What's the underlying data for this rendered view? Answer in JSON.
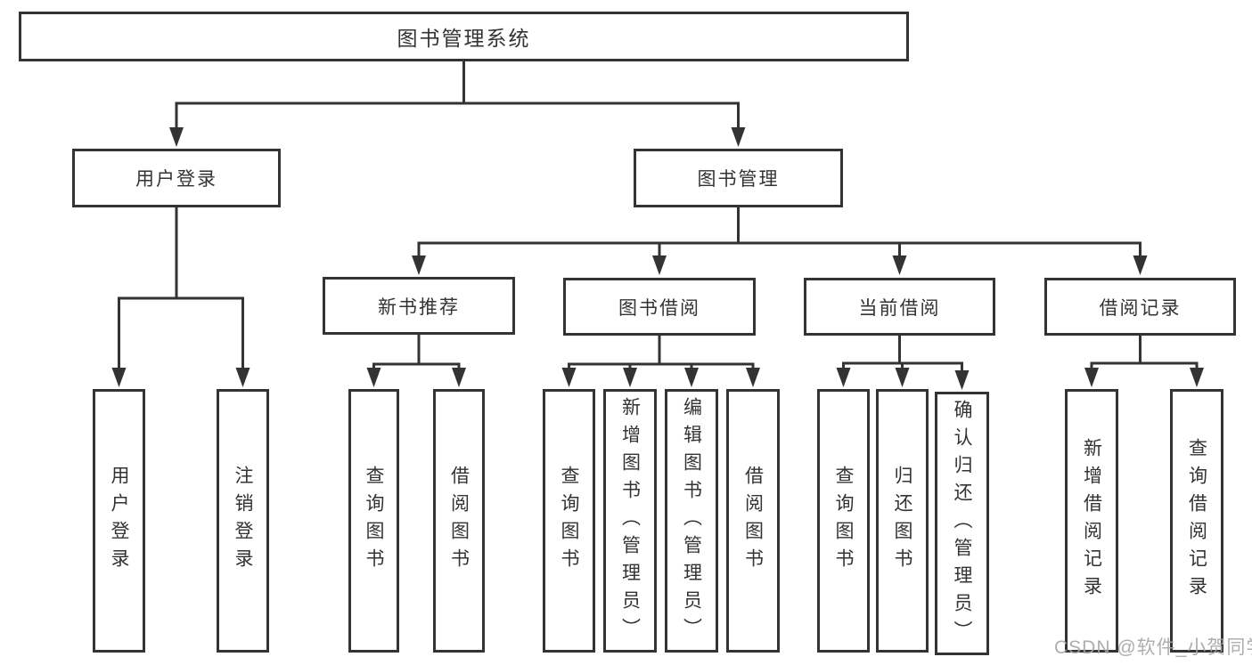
{
  "diagram": {
    "root": {
      "label": "图书管理系统"
    },
    "branches": [
      {
        "label": "用户登录",
        "leaves": [
          {
            "label": "用户登录"
          },
          {
            "label": "注销登录"
          }
        ]
      },
      {
        "label": "图书管理",
        "groups": [
          {
            "label": "新书推荐",
            "leaves": [
              {
                "label": "查询图书"
              },
              {
                "label": "借阅图书"
              }
            ]
          },
          {
            "label": "图书借阅",
            "leaves": [
              {
                "label": "查询图书"
              },
              {
                "label": "新增图书（管理员）"
              },
              {
                "label": "编辑图书（管理员）"
              },
              {
                "label": "借阅图书"
              }
            ]
          },
          {
            "label": "当前借阅",
            "leaves": [
              {
                "label": "查询图书"
              },
              {
                "label": "归还图书"
              },
              {
                "label": "确认归还（管理员）"
              }
            ]
          },
          {
            "label": "借阅记录",
            "leaves": [
              {
                "label": "新增借阅记录"
              },
              {
                "label": "查询借阅记录"
              }
            ]
          }
        ]
      }
    ]
  },
  "watermark": {
    "text": "CSDN @软件_小贺同学"
  },
  "colors": {
    "line": "#333333",
    "box_border": "#333333",
    "box_fill": "#ffffff",
    "text": "#333333",
    "watermark": "#a5a5a5",
    "background": "#ffffff"
  }
}
